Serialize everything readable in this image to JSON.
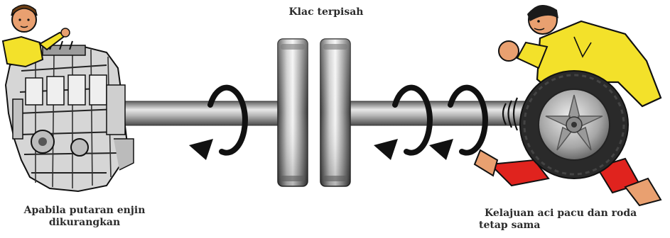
{
  "diagram": {
    "title": "Klac terpisah",
    "engine_caption": [
      "Apabila putaran enjin",
      "dikurangkan"
    ],
    "wheel_caption": [
      "Kelajuan aci pacu dan roda",
      "tetap sama"
    ]
  },
  "colors": {
    "shaft": "#9a9a9a",
    "disc": "#8c8c8c",
    "arrow": "#111111",
    "engine": "#d8d8d8",
    "shirt": "#f3e12a",
    "pants": "#e0231e",
    "skin": "#e9a070",
    "tire": "#2a2a2a",
    "rim": "#b9b9b9"
  },
  "icons": [
    "engine-icon",
    "mechanic-icon",
    "runner-icon",
    "wheel-icon",
    "rotation-arrow-icon",
    "motion-lines-icon"
  ]
}
